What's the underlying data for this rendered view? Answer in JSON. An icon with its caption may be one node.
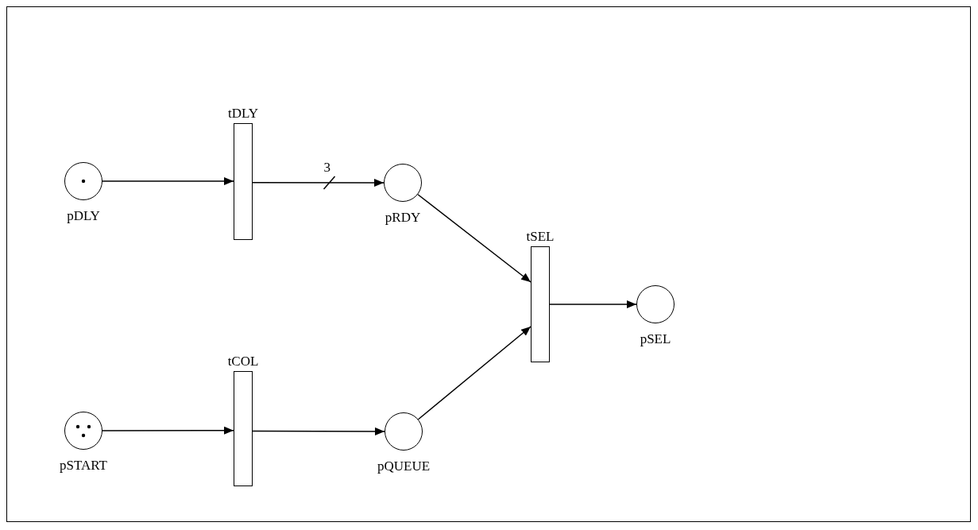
{
  "diagram": {
    "nodes": [
      {
        "text": [
          "tDLY"
        ]
      },
      {
        "text": [
          "pDLY"
        ]
      },
      {
        "text": [
          "pRDY"
        ]
      },
      {
        "text": [
          "tSEL"
        ]
      },
      {
        "text": [
          "pSEL"
        ]
      },
      {
        "text": [
          "tCOL"
        ]
      },
      {
        "text": [
          "pSTART"
        ]
      },
      {
        "text": [
          "pQUEUE"
        ]
      }
    ],
    "edges": [
      {
        "from": 1,
        "to": 0,
        "arrow": "to"
      },
      {
        "from": 0,
        "to": 2,
        "arrow": "to",
        "label": "3"
      },
      {
        "from": 2,
        "to": 3,
        "arrow": "to"
      },
      {
        "from": 7,
        "to": 3,
        "arrow": "to"
      },
      {
        "from": 3,
        "to": 4,
        "arrow": "to"
      },
      {
        "from": 6,
        "to": 5,
        "arrow": "to"
      },
      {
        "from": 5,
        "to": 7,
        "arrow": "to"
      }
    ]
  }
}
